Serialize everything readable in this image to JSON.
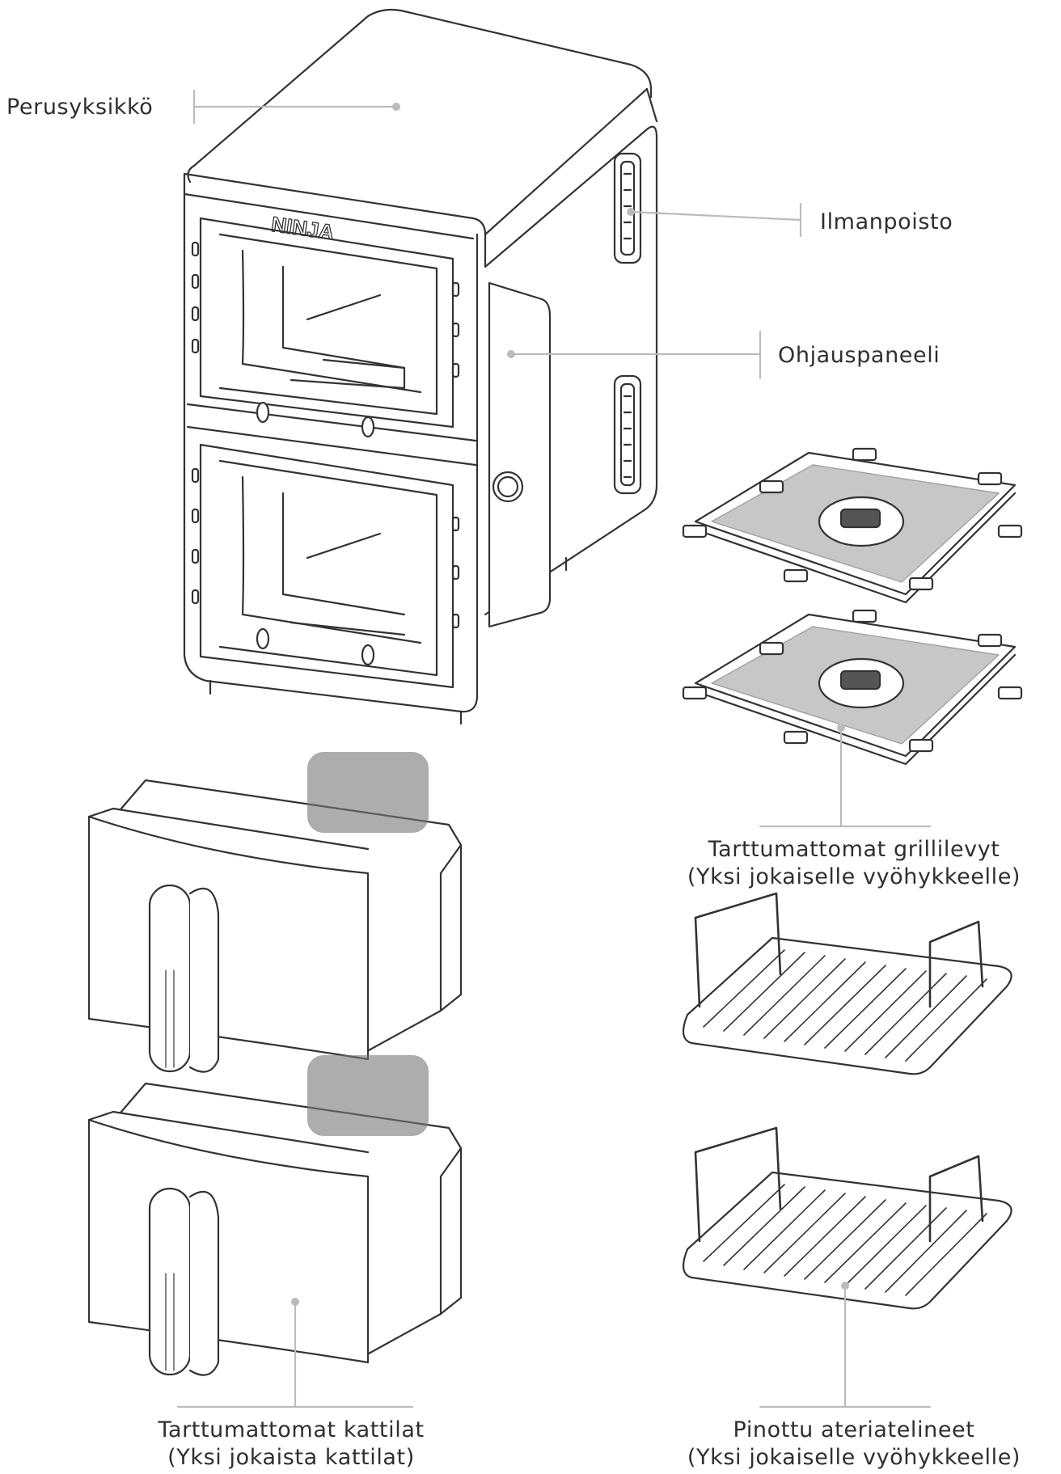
{
  "brand": {
    "logo_text": "NINJA"
  },
  "colors": {
    "line": "#333333",
    "leader": "#bbbbbb",
    "fill": "#ffffff",
    "shade": "#9a9a9a"
  },
  "labels": {
    "base_unit": "Perusyksikkö",
    "vent": "Ilmanpoisto",
    "control_panel": "Ohjauspaneeli",
    "grill_plates_line1": "Tarttumattomat grillilevyt",
    "grill_plates_line2": "(Yksi jokaiselle vyöhykkeelle)",
    "pots_line1": "Tarttumattomat kattilat",
    "pots_line2": "(Yksi jokaista kattilat)",
    "racks_line1": "Pinottu ateriatelineet",
    "racks_line2": "(Yksi jokaiselle vyöhykkeelle)"
  }
}
